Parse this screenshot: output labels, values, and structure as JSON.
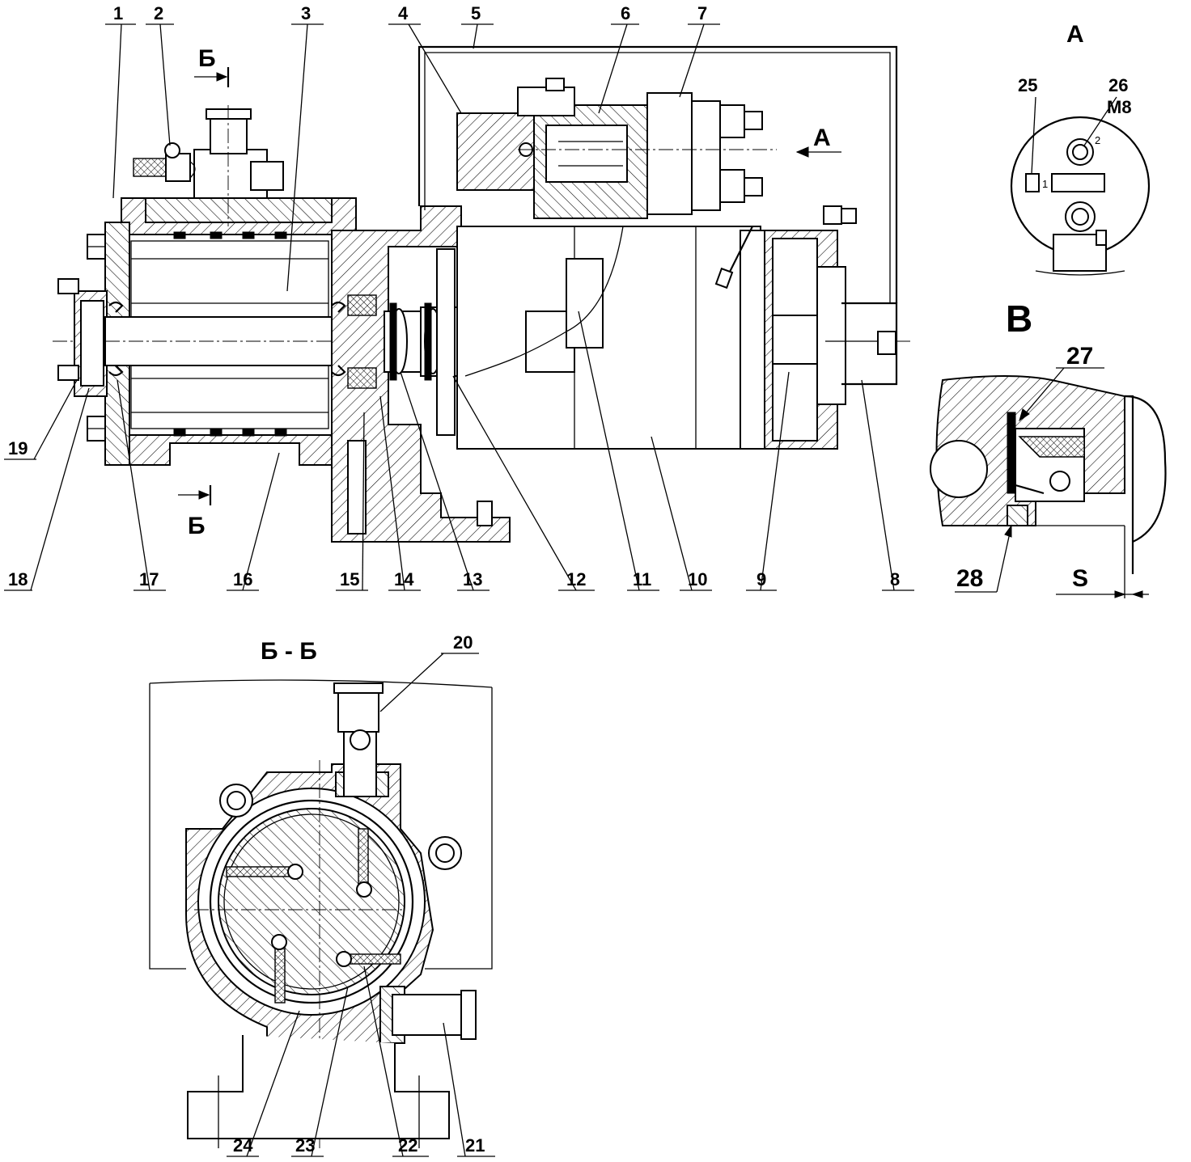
{
  "view_labels": {
    "section_mark": "Б",
    "section_title": "Б - Б",
    "view_a": "A",
    "view_b": "B"
  },
  "notes": {
    "thread": "M8",
    "gap": "S",
    "terminal_1": "1",
    "terminal_2": "2"
  },
  "callouts": {
    "n1": "1",
    "n2": "2",
    "n3": "3",
    "n4": "4",
    "n5": "5",
    "n6": "6",
    "n7": "7",
    "n8": "8",
    "n9": "9",
    "n10": "10",
    "n11": "11",
    "n12": "12",
    "n13": "13",
    "n14": "14",
    "n15": "15",
    "n16": "16",
    "n17": "17",
    "n18": "18",
    "n19": "19",
    "n20": "20",
    "n21": "21",
    "n22": "22",
    "n23": "23",
    "n24": "24",
    "n25": "25",
    "n26": "26",
    "n27": "27",
    "n28": "28"
  }
}
